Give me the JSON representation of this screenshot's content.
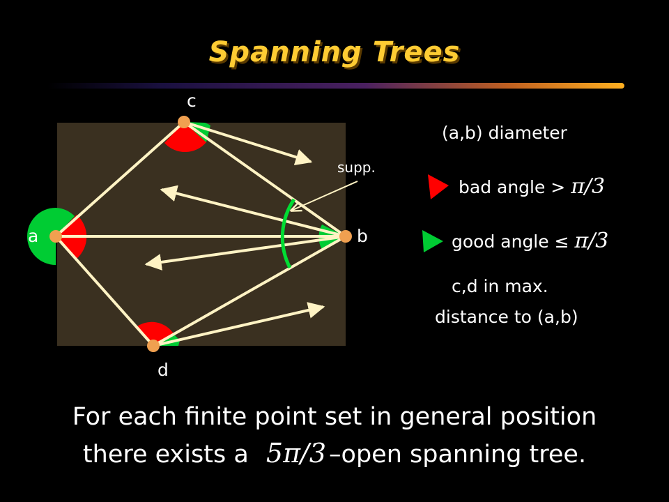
{
  "title": "Spanning Trees",
  "points": {
    "a": "a",
    "b": "b",
    "c": "c",
    "d": "d"
  },
  "supp_label": "supp.",
  "legend": {
    "diameter": "(a,b) diameter",
    "bad_angle": "bad angle >",
    "good_angle": "good angle ≤",
    "pi_over_3": "π/3",
    "cd_line1": "c,d in max.",
    "cd_line2": "distance to (a,b)"
  },
  "statement": {
    "line1": "For each finite point set in general position",
    "line2_pre": "there exists a",
    "line2_math": "5π/3",
    "line2_post": "–open spanning tree."
  },
  "colors": {
    "title": "#ffcc33",
    "panel": "#3a3020",
    "edge": "#fff3c4",
    "node": "#f0a050",
    "bad": "#ff0000",
    "good": "#00cc33"
  }
}
